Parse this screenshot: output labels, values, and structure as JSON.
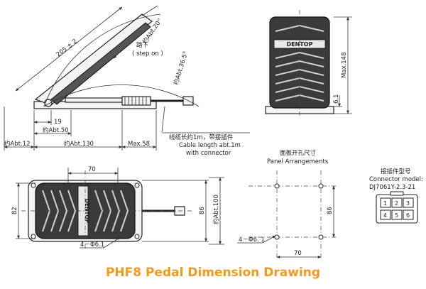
{
  "title": "PHF8 Pedal Dimension Drawing",
  "side_view": {
    "dim_length": "205 ± 2",
    "angle_top": "约Abt.20°",
    "angle_outer": "约Abt.36.5°",
    "step_cn": "踏下",
    "step_en": "( step on )",
    "dim_19": "19",
    "dim_50": "约Abt.50",
    "dim_12": "约Abt.12",
    "dim_130": "约Abt.130",
    "dim_58": "Max.58",
    "cable_cn": "线缆长约1m，带接插件",
    "cable_en1": "Cable length abt.1m",
    "cable_en2": "with connector"
  },
  "front_view": {
    "brand": "DENTOP",
    "dim_148": "Max.148",
    "dim_61": "6.1"
  },
  "top_view": {
    "brand": "DENTOP",
    "dim_70": "70",
    "dim_82": "82",
    "dim_86": "86",
    "dim_100": "约Abt.100",
    "holes": "4－Φ6.1"
  },
  "panel": {
    "title_cn": "面板开孔尺寸",
    "title_en": "Panel Arrangements",
    "holes": "4－Φ6. 1",
    "dim_70": "70",
    "dim_86": "86"
  },
  "connector": {
    "title_cn": "接插件型号",
    "title_en": "Connector model:",
    "model": "DJ7061Y-2.3-21",
    "pins": [
      "1",
      "2",
      "3",
      "4",
      "5",
      "6"
    ]
  }
}
